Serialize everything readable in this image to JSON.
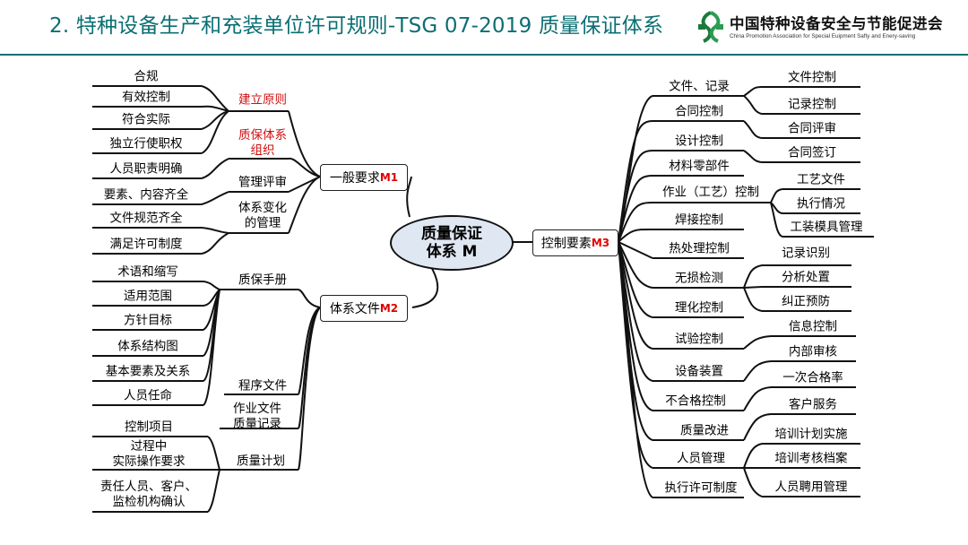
{
  "header": {
    "title": "2. 特种设备生产和充装单位许可规则-TSG 07-2019 质量保证体系",
    "logo_cn": "中国特种设备安全与节能促进会",
    "logo_en": "China Promotion Association for Special Euipment Safty and Enery-saving"
  },
  "center": {
    "line1": "质量保证",
    "line2": "体系 M"
  },
  "m1": {
    "label": "一般要求",
    "mark": "M1",
    "branches": [
      {
        "label": "建立原则",
        "red": true,
        "leaves": [
          "合规",
          "有效控制",
          "符合实际",
          "独立行使职权"
        ]
      },
      {
        "label": "质保体系\n组织",
        "red": true,
        "leaves": [
          "人员职责明确"
        ]
      },
      {
        "label": "管理评审",
        "red": false,
        "leaves": [
          "要素、内容齐全"
        ]
      },
      {
        "label": "体系变化\n的管理",
        "red": false,
        "leaves": [
          "文件规范齐全",
          "满足许可制度"
        ]
      }
    ]
  },
  "m2": {
    "label": "体系文件",
    "mark": "M2",
    "branches": [
      {
        "label": "质保手册",
        "leaves": [
          "术语和缩写",
          "适用范围",
          "方针目标",
          "体系结构图",
          "基本要素及关系",
          "人员任命"
        ]
      },
      {
        "label": "程序文件",
        "leaves": []
      },
      {
        "label": "作业文件\n质量记录",
        "leaves": []
      },
      {
        "label": "质量计划",
        "leaves": [
          "控制项目",
          "过程中\n实际操作要求",
          "责任人员、客户、\n监检机构确认"
        ]
      }
    ]
  },
  "m3": {
    "label": "控制要素",
    "mark": "M3",
    "branches": [
      {
        "label": "文件、记录",
        "leaves": [
          "文件控制",
          "记录控制"
        ]
      },
      {
        "label": "合同控制",
        "leaves": [
          "合同评审"
        ]
      },
      {
        "label": "设计控制",
        "leaves": [
          "合同签订"
        ]
      },
      {
        "label": "材料零部件",
        "leaves": []
      },
      {
        "label": "作业（工艺）控制",
        "leaves": [
          "工艺文件",
          "执行情况",
          "工装模具管理"
        ]
      },
      {
        "label": "焊接控制",
        "leaves": []
      },
      {
        "label": "热处理控制",
        "leaves": []
      },
      {
        "label": "无损检测",
        "leaves": [
          "记录识别",
          "分析处置",
          "纠正预防"
        ]
      },
      {
        "label": "理化控制",
        "leaves": []
      },
      {
        "label": "试验控制",
        "leaves": [
          "信息控制"
        ]
      },
      {
        "label": "设备装置",
        "leaves": [
          "内部审核"
        ]
      },
      {
        "label": "不合格控制",
        "leaves": [
          "一次合格率"
        ]
      },
      {
        "label": "质量改进",
        "leaves": [
          "客户服务"
        ]
      },
      {
        "label": "人员管理",
        "leaves": [
          "培训计划实施",
          "培训考核档案",
          "人员聘用管理"
        ]
      },
      {
        "label": "执行许可制度",
        "leaves": []
      }
    ]
  }
}
